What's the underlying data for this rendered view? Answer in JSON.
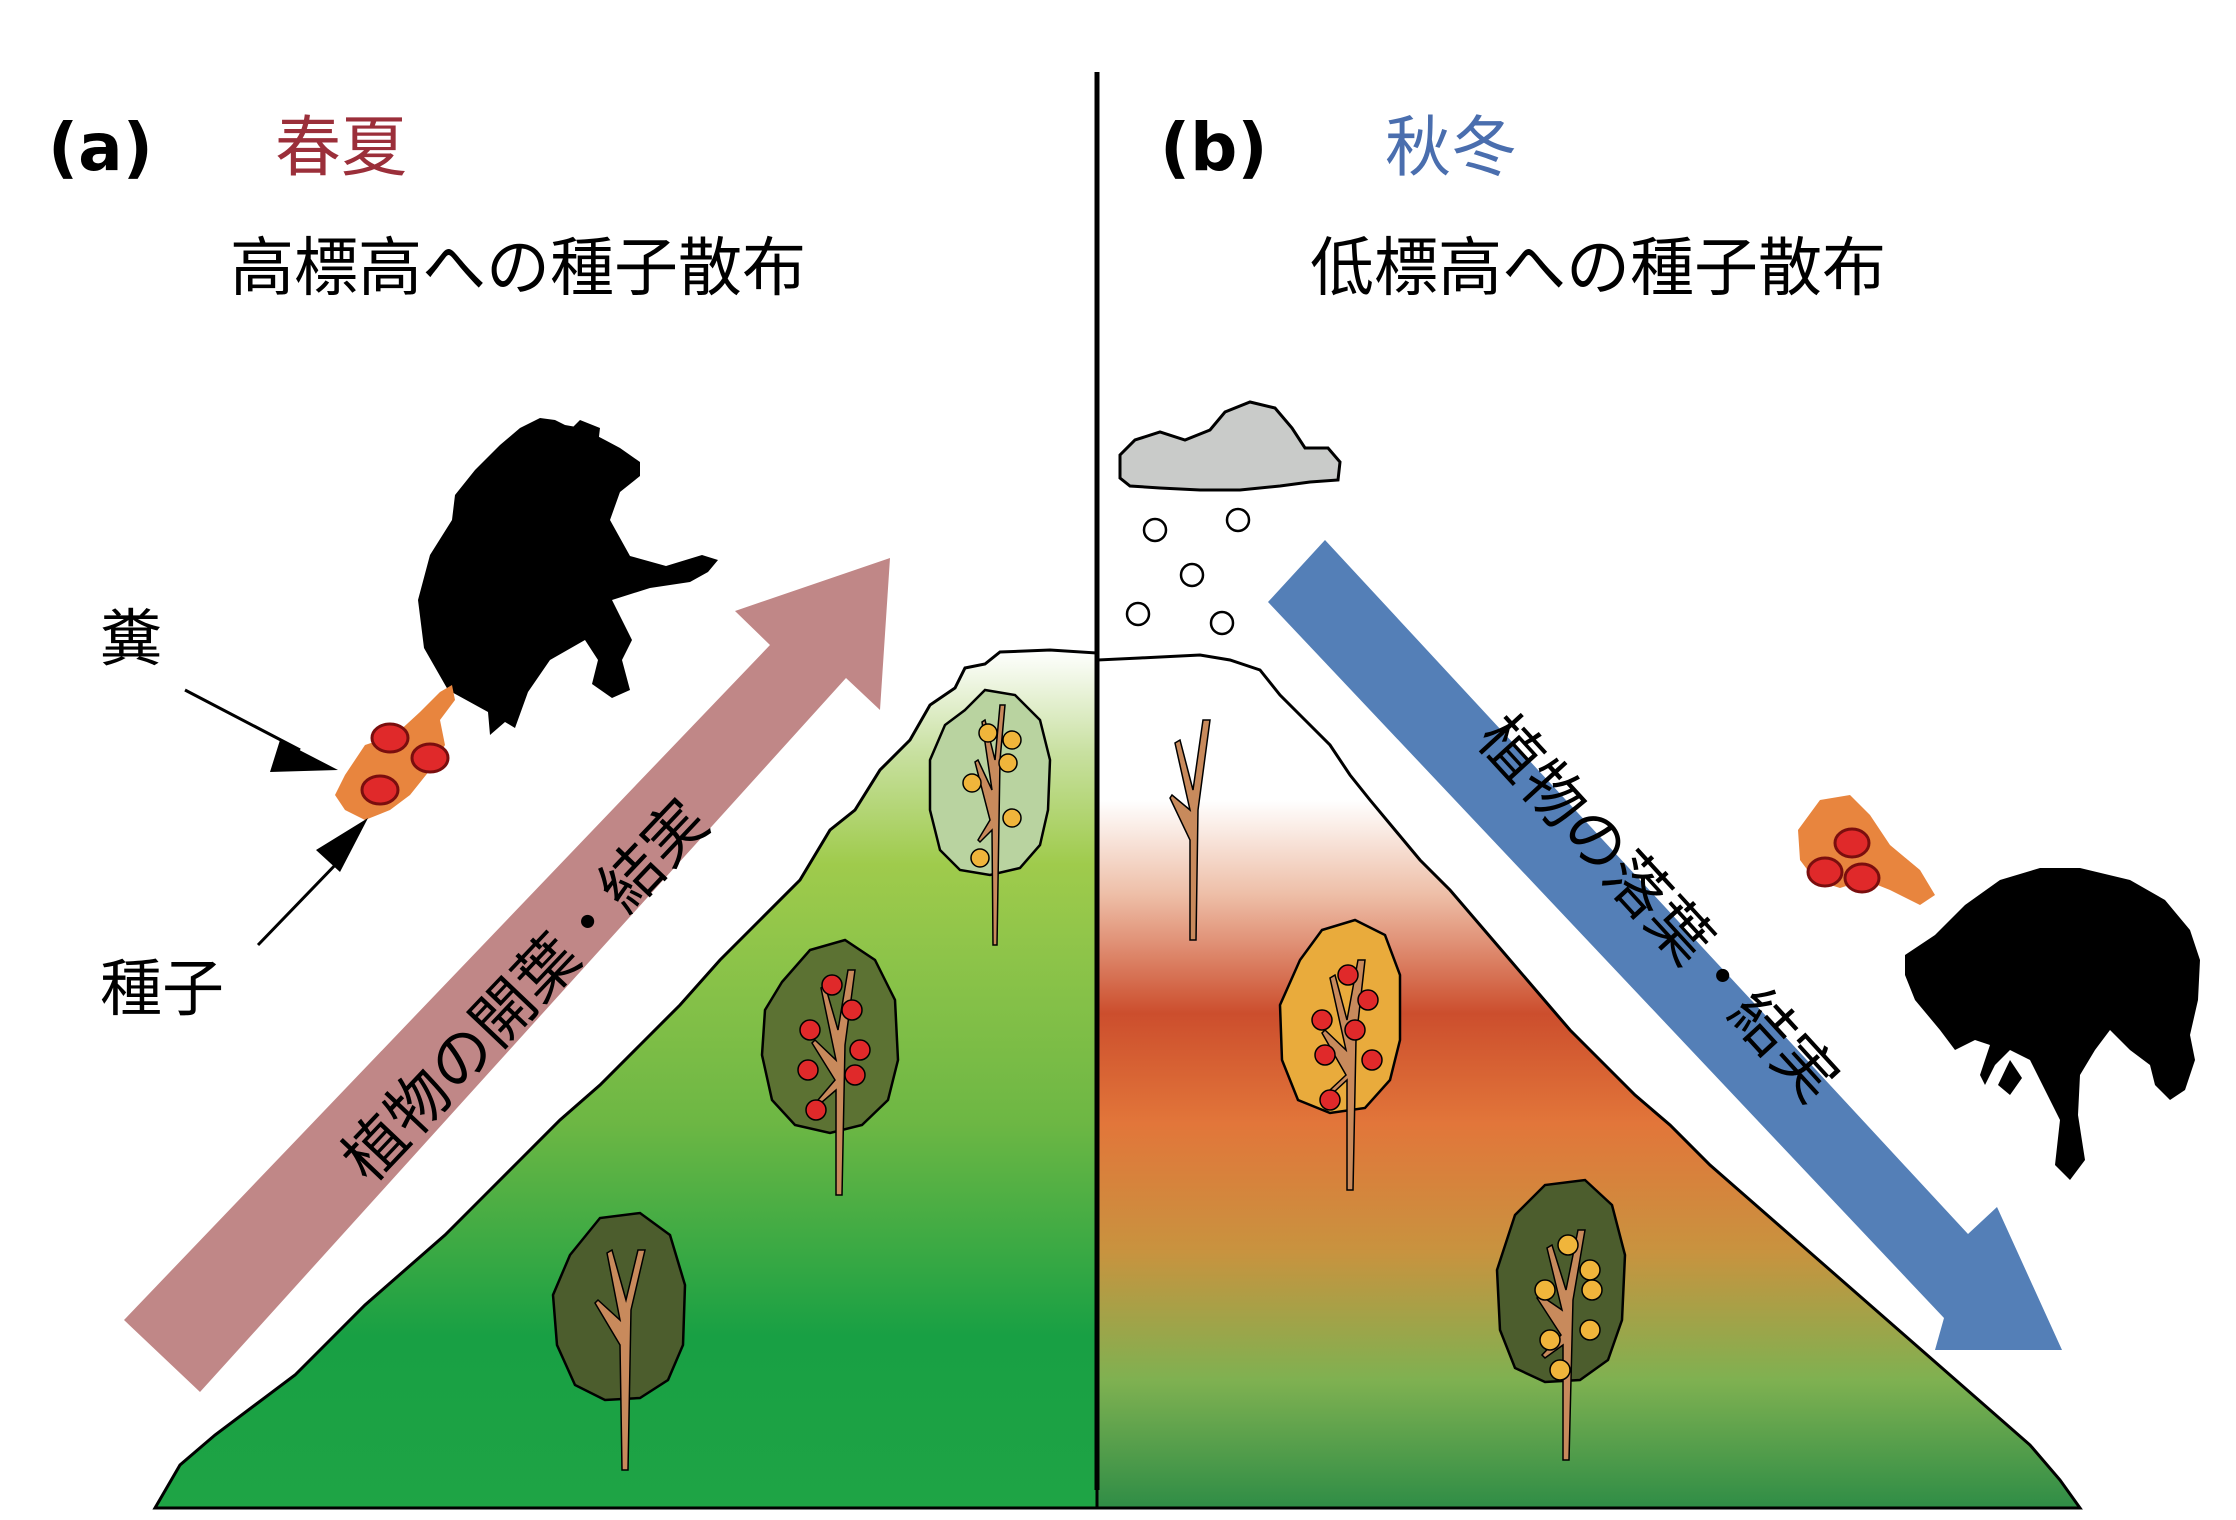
{
  "panel_a": {
    "letter": "(a)",
    "season": "春夏",
    "title": "高標高への種子散布",
    "arrow_label": "植物の開葉・結実",
    "feces_label": "糞",
    "seed_label": "種子",
    "arrow_color": "#c08787",
    "season_color": "#9b2f3a"
  },
  "panel_b": {
    "letter": "(b)",
    "season": "秋冬",
    "title": "低標高への種子散布",
    "arrow_label": "植物の落葉・結実",
    "arrow_color": "#547fb7",
    "season_color": "#4a6eae"
  },
  "icons": {
    "bear": "bear-silhouette-icon",
    "tree": "tree-icon",
    "cloud": "cloud-icon",
    "snow": "snowflake-icon",
    "feces": "feces-with-seeds-icon"
  }
}
